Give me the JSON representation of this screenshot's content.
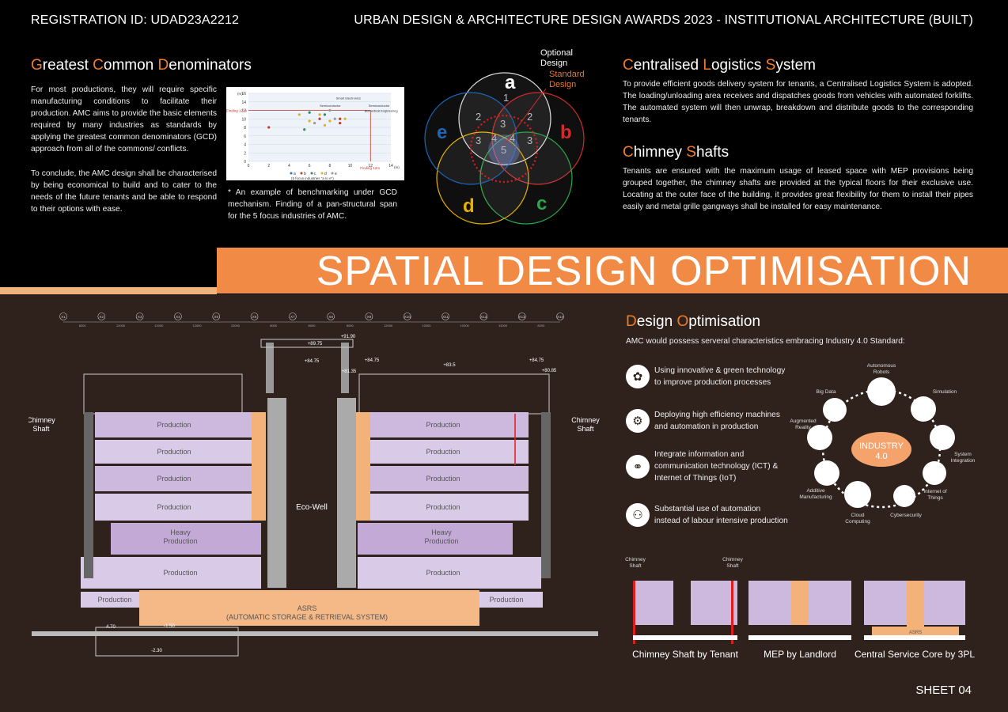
{
  "header": {
    "registration": "REGISTRATION ID: UDAD23A2212",
    "award": "URBAN DESIGN & ARCHITECTURE DESIGN AWARDS 2023 - INSTITUTIONAL ARCHITECTURE (BUILT)"
  },
  "gcd": {
    "title_parts": [
      {
        "c": "G",
        "r": "reatest "
      },
      {
        "c": "C",
        "r": "ommon "
      },
      {
        "c": "D",
        "r": "enominators"
      }
    ],
    "p1": "For most productions, they will require specific manufacturing conditions to facilitate their production. AMC aims to provide the basic elements required by many industries as standards by applying the greatest common denominators (GCD) approach from all of the commons/ conflicts.",
    "p2": "To conclude, the AMC design shall be characterised by being economical to build and to cater to the needs of the future tenants and be able to respond to their options with ease.",
    "caption": "* An example of benchmarking under GCD mechanism. Finding of a pan-structural span for the 5 focus industries of AMC."
  },
  "chart_data": {
    "type": "scatter",
    "x": [
      2,
      5,
      5.5,
      6,
      6.5,
      7,
      7.5,
      7.5,
      8,
      8.5,
      9,
      9.5,
      6,
      7,
      8,
      9
    ],
    "y": [
      8,
      11,
      7.5,
      9.5,
      9,
      10,
      8.5,
      11,
      9.5,
      10,
      9,
      10,
      11.5,
      11,
      12,
      10
    ],
    "xlim": [
      0,
      14
    ],
    "ylim": [
      0,
      16
    ],
    "xticks": [
      "0",
      "2",
      "4",
      "6",
      "8",
      "10",
      "12",
      "14"
    ],
    "yticks": [
      "0",
      "2",
      "4",
      "6",
      "8",
      "10",
      "12",
      "14",
      "16"
    ],
    "ylabel": "(m)",
    "xlabel": "(m)",
    "legend_title": "(5 focus industries \"a to e\")",
    "legend": [
      "a",
      "b",
      "c",
      "d",
      "e"
    ],
    "annotations": [
      "Finding 12 m",
      "Finding 12m",
      "Smart Electronics",
      "Semiconductor",
      "Semiconductor",
      "Biomedical Engineering"
    ],
    "colors": [
      "#2f6fb5",
      "#c0392b",
      "#2e8b57",
      "#e0b020",
      "#999999"
    ]
  },
  "venn": {
    "letters": [
      "a",
      "b",
      "c",
      "d",
      "e"
    ],
    "letter_colors": [
      "#111111",
      "#d12b2b",
      "#2aa84a",
      "#e8b000",
      "#1f66b5"
    ],
    "numbers": [
      "1",
      "2",
      "2",
      "3",
      "3",
      "3",
      "4",
      "4",
      "5"
    ],
    "optional": "Optional\nDesign",
    "optional_l1": "Optional",
    "optional_l2": "Design",
    "standard_l1": "Standard",
    "standard_l2": "Design"
  },
  "logistics": {
    "title_parts": [
      {
        "c": "C",
        "r": "entralised "
      },
      {
        "c": "L",
        "r": "ogistics "
      },
      {
        "c": "S",
        "r": "ystem"
      }
    ],
    "text": "To provide efficient goods delivery system for tenants, a Centralised Logistics System is adopted. The loading/unloading area receives and dispatches goods from vehicles with automated forklifts. The automated system will then unwrap, breakdown and distribute goods to the corresponding tenants."
  },
  "chimney": {
    "title_parts": [
      {
        "c": "C",
        "r": "himney "
      },
      {
        "c": "S",
        "r": "hafts"
      }
    ],
    "text": "Tenants are ensured with the maximum usage of leased space with MEP provisions being grouped together, the chimney shafts are provided at the typical floors for their exclusive use. Locating at the outer face of the building, it provides great flexibility for them to install their pipes easily and metal grille gangways shall be installed for easy maintenance."
  },
  "banner": "SPATIAL DESIGN OPTIMISATION",
  "section": {
    "left_floors": [
      "Production",
      "Production",
      "Production",
      "Production",
      "Heavy\nProduction",
      "Production"
    ],
    "floors": [
      "Production",
      "Production",
      "Production",
      "Production",
      "Heavy",
      "Production"
    ],
    "heavy2": "Production",
    "base_left": "Production",
    "base_right": "Production",
    "asrs1": "ASRS",
    "asrs2": "(AUTOMATIC STORAGE & RETRIEVAL SYSTEM)",
    "eco_well": "Eco-Well",
    "chimney_l1": "Chimney",
    "chimney_l2": "Shaft",
    "grid_labels": [
      "X1",
      "X2",
      "X3",
      "X4",
      "X5",
      "X6",
      "X7",
      "X8",
      "X9",
      "X10",
      "X11",
      "X12",
      "X13",
      "X14"
    ],
    "spans": [
      "8200",
      "12000",
      "12000",
      "12000",
      "12000",
      "8000",
      "8000",
      "8000",
      "12000",
      "12000",
      "12000",
      "12000",
      "8200"
    ],
    "levels": [
      "+89.75",
      "+91.90",
      "+84.75",
      "+84.75",
      "+81.35",
      "+83.5",
      "+84.75",
      "+80.85",
      "4.70",
      "-1.50",
      "-2.30"
    ]
  },
  "optimisation": {
    "title_parts": [
      {
        "c": "D",
        "r": "esign "
      },
      {
        "c": "O",
        "r": "ptimisation"
      }
    ],
    "intro": "AMC would possess serveral characteristics embracing Industry 4.0 Standard:",
    "features": [
      {
        "icon": "leaf-icon",
        "l1": "Using innovative & green technology",
        "l2": "to improve production processes",
        "l3": ""
      },
      {
        "icon": "gear-icon",
        "l1": "Deploying high efficiency machines",
        "l2": "and automation in production",
        "l3": ""
      },
      {
        "icon": "network-icon",
        "l1": "Integrate information and",
        "l2": "communication technology (ICT) &",
        "l3": "Internet of Things (IoT)"
      },
      {
        "icon": "robot-icon",
        "l1": "Substantial use of automation",
        "l2": "instead of labour intensive production",
        "l3": ""
      }
    ],
    "industry_center": "INDUSTRY",
    "industry_ver": "4.0",
    "industry_nodes": [
      "Autonomous",
      "Robots",
      "Simulation",
      "System",
      "Integration",
      "Internet of",
      "Things",
      "Cybersecurity",
      "Cloud",
      "Computing",
      "Additive",
      "Manufacturing",
      "Augmented",
      "Reality",
      "Big Data"
    ],
    "mini_titles": [
      "Chimney Shaft by Tenant",
      "MEP by Landlord",
      "Central Service Core by 3PL"
    ],
    "mini_chimney1": "Chimney",
    "mini_chimney2": "Shaft",
    "mini_asrs": "ASRS"
  },
  "sheet": "SHEET 04"
}
